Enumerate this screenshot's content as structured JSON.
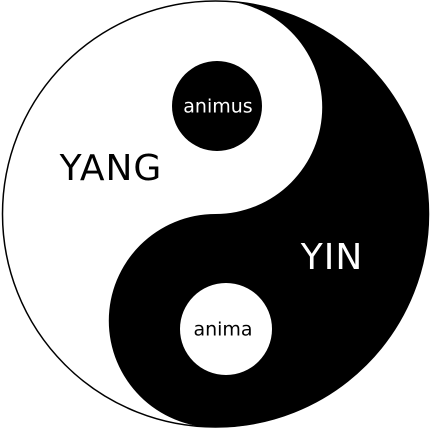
{
  "labels": {
    "yang": "YANG",
    "yin": "YIN",
    "animus": "animus",
    "anima": "anima"
  },
  "colors": {
    "yin": "#000000",
    "yang": "#ffffff",
    "outline": "#000000"
  }
}
